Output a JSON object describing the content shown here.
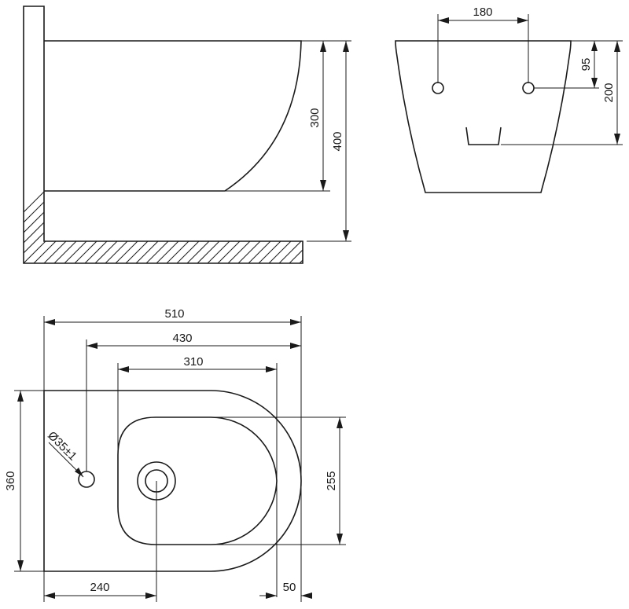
{
  "side_view": {
    "dim_bowl_height": "300",
    "dim_total_height": "400"
  },
  "rear_view": {
    "dim_hole_spacing": "180",
    "dim_hole_height": "95",
    "dim_outlet_height": "200"
  },
  "top_view": {
    "dim_total_length": "510",
    "dim_tap_hole_to_front": "430",
    "dim_bowl_length": "310",
    "dim_width": "360",
    "dim_bowl_width": "255",
    "dim_drain_from_wall": "240",
    "dim_front_offset": "50",
    "tap_hole_diameter": "Ø35±1"
  }
}
